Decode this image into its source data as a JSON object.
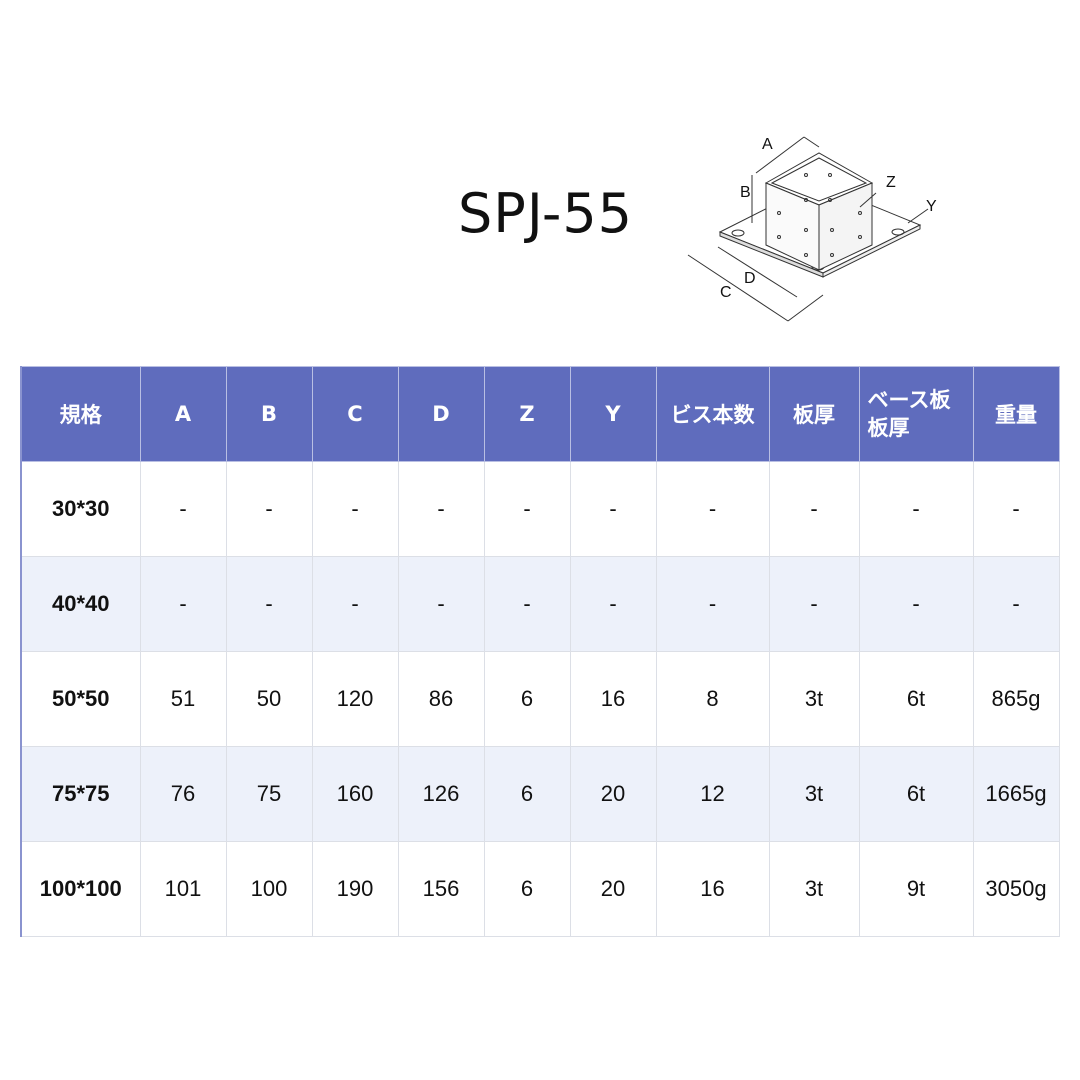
{
  "title": "SPJ-55",
  "diagram": {
    "labels": {
      "A": "A",
      "B": "B",
      "C": "C",
      "D": "D",
      "Z": "Z",
      "Y": "Y"
    }
  },
  "colors": {
    "header_bg": "#5f6cbd",
    "alt_row_bg": "#edf1fa",
    "border": "#dcdfe6"
  },
  "table": {
    "headers": [
      "規格",
      "A",
      "B",
      "C",
      "D",
      "Z",
      "Y",
      "ビス本数",
      "板厚",
      "ベース板\n板厚",
      "重量"
    ],
    "header_base_plate_line1": "ベース板",
    "header_base_plate_line2": "板厚",
    "rows": [
      [
        "30*30",
        "-",
        "-",
        "-",
        "-",
        "-",
        "-",
        "-",
        "-",
        "-",
        "-"
      ],
      [
        "40*40",
        "-",
        "-",
        "-",
        "-",
        "-",
        "-",
        "-",
        "-",
        "-",
        "-"
      ],
      [
        "50*50",
        "51",
        "50",
        "120",
        "86",
        "6",
        "16",
        "8",
        "3t",
        "6t",
        "865g"
      ],
      [
        "75*75",
        "76",
        "75",
        "160",
        "126",
        "6",
        "20",
        "12",
        "3t",
        "6t",
        "1665g"
      ],
      [
        "100*100",
        "101",
        "100",
        "190",
        "156",
        "6",
        "20",
        "16",
        "3t",
        "9t",
        "3050g"
      ]
    ]
  }
}
